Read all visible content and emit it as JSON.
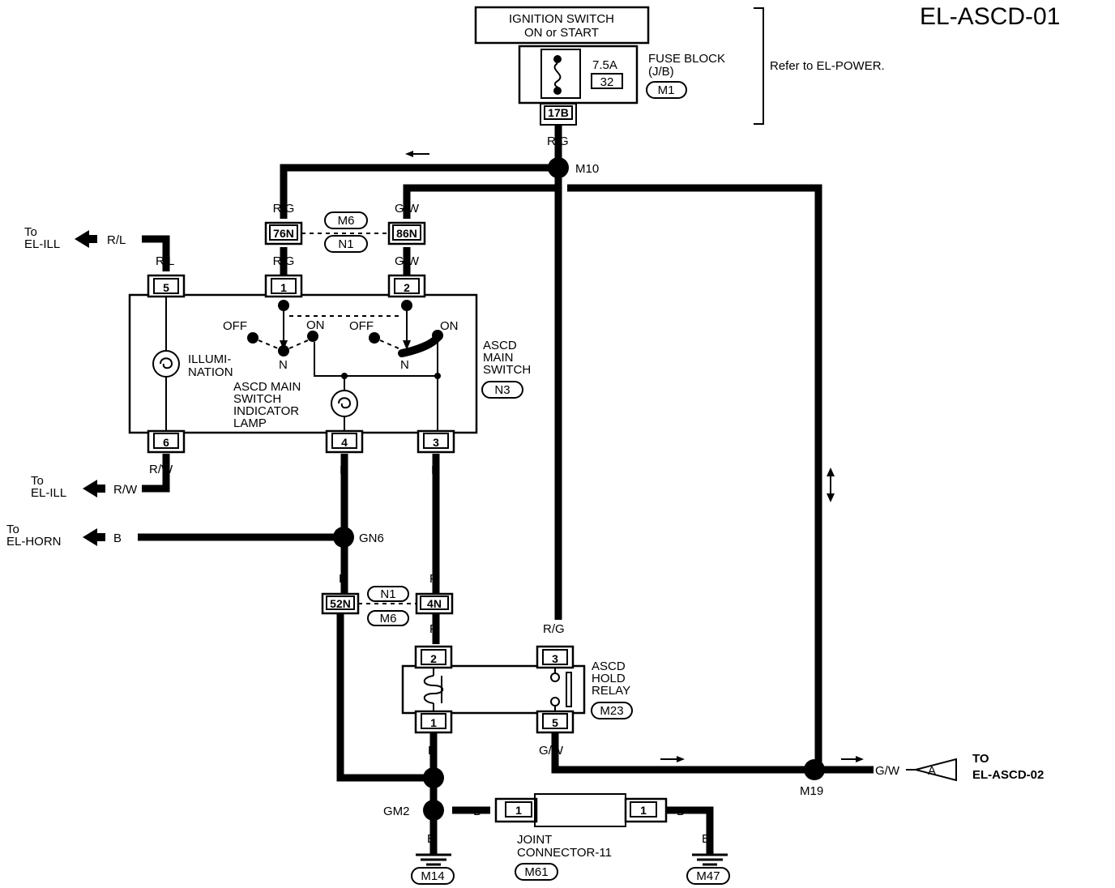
{
  "page_id": "EL-ASCD-01",
  "power": {
    "ignition_line1": "IGNITION SWITCH",
    "ignition_line2": "ON or START",
    "fuse_amp": "7.5A",
    "fuse_no": "32",
    "fuse_block_line1": "FUSE BLOCK",
    "fuse_block_line2": "(J/B)",
    "fuse_block_conn": "M1",
    "fuse_terminal": "17B",
    "refer": "Refer to EL-POWER."
  },
  "joints": {
    "m10": "M10",
    "gn6": "GN6",
    "m19": "M19",
    "gm2": "GM2"
  },
  "connectors": {
    "c76n": "76N",
    "c86n": "86N",
    "c52n": "52N",
    "c4n": "4N",
    "m6_top": "M6",
    "n1_top": "N1",
    "n1_mid": "N1",
    "m6_mid": "M6"
  },
  "wire_colors": {
    "rg": "R/G",
    "gw": "G/W",
    "rl": "R/L",
    "rw": "R/W",
    "b": "B",
    "p": "P"
  },
  "destinations": {
    "to": "To",
    "el_ill": "EL-ILL",
    "el_horn": "EL-HORN",
    "to_caps": "TO",
    "el_ascd_02": "EL-ASCD-02",
    "arrow_a": "A"
  },
  "main_switch": {
    "title_line1": "ASCD",
    "title_line2": "MAIN",
    "title_line3": "SWITCH",
    "conn": "N3",
    "off": "OFF",
    "on": "ON",
    "neutral": "N",
    "illum_line1": "ILLUMI-",
    "illum_line2": "NATION",
    "lamp_line1": "ASCD MAIN",
    "lamp_line2": "SWITCH",
    "lamp_line3": "INDICATOR",
    "lamp_line4": "LAMP",
    "pins": [
      "5",
      "1",
      "2",
      "6",
      "4",
      "3"
    ]
  },
  "hold_relay": {
    "title_line1": "ASCD",
    "title_line2": "HOLD",
    "title_line3": "RELAY",
    "conn": "M23",
    "pins": [
      "2",
      "3",
      "1",
      "5"
    ]
  },
  "joint_connector": {
    "line1": "JOINT",
    "line2": "CONNECTOR-11",
    "conn": "M61",
    "pins": [
      "1",
      "1"
    ]
  },
  "grounds": {
    "m14": "M14",
    "m47": "M47"
  }
}
